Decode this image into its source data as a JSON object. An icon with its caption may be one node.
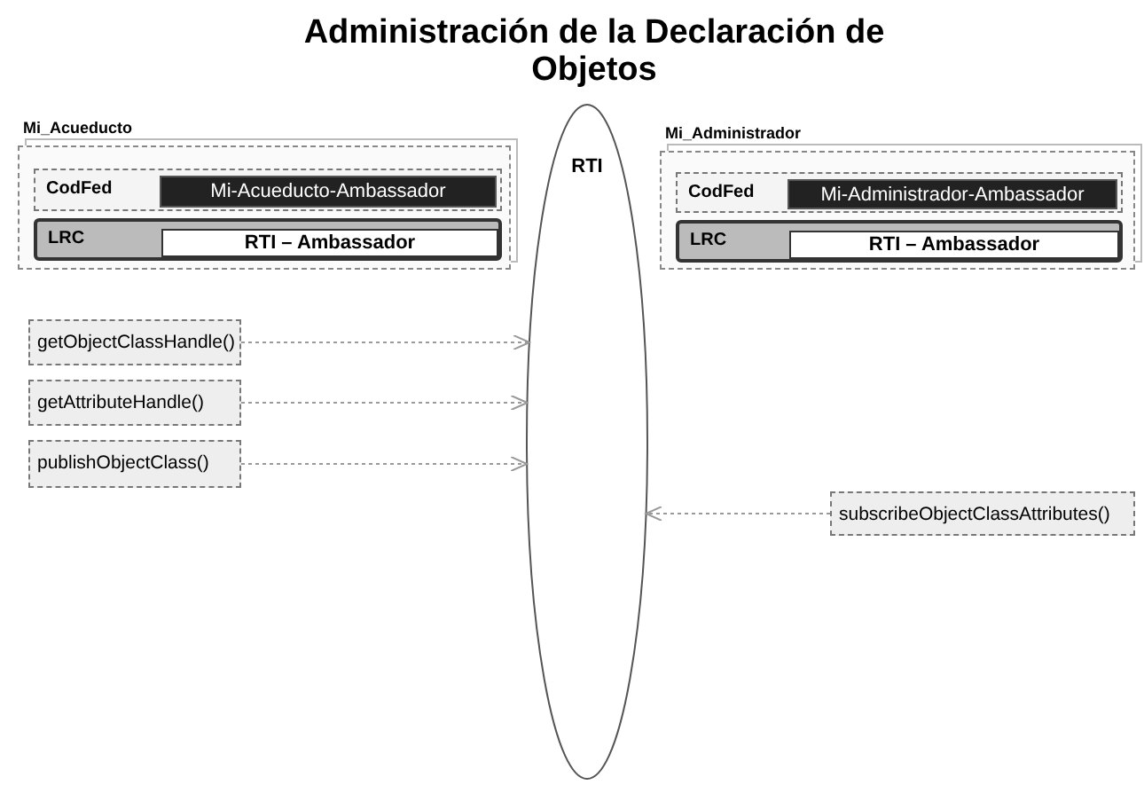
{
  "diagram": {
    "title": "Administración de la Declaración de Objetos",
    "nodes": [
      {
        "text": [
          "Mi_Acueducto"
        ]
      },
      {
        "text": [
          "CodFed"
        ],
        "in": 0
      },
      {
        "text": [
          "Mi-Acueducto-Ambassador"
        ],
        "in": 1
      },
      {
        "text": [
          "LRC"
        ],
        "in": 0
      },
      {
        "text": [
          "RTI – Ambassador"
        ],
        "in": 3
      },
      {
        "text": [
          "Mi_Administrador"
        ]
      },
      {
        "text": [
          "CodFed"
        ],
        "in": 5
      },
      {
        "text": [
          "Mi-Administrador-Ambassador"
        ],
        "in": 6
      },
      {
        "text": [
          "LRC"
        ],
        "in": 5
      },
      {
        "text": [
          "RTI – Ambassador"
        ],
        "in": 8
      },
      {
        "text": [
          "RTI"
        ]
      },
      {
        "text": [
          "getObjectClassHandle()"
        ]
      },
      {
        "text": [
          "getAttributeHandle()"
        ]
      },
      {
        "text": [
          "publishObjectClass()"
        ]
      },
      {
        "text": [
          "subscribeObjectClassAttributes()"
        ]
      }
    ],
    "edges": [
      {
        "from": 11,
        "to": 10,
        "arrow": "to",
        "style": "dashed"
      },
      {
        "from": 12,
        "to": 10,
        "arrow": "to",
        "style": "dashed"
      },
      {
        "from": 13,
        "to": 10,
        "arrow": "to",
        "style": "dashed"
      },
      {
        "from": 14,
        "to": 10,
        "arrow": "to",
        "style": "dashed"
      }
    ]
  }
}
